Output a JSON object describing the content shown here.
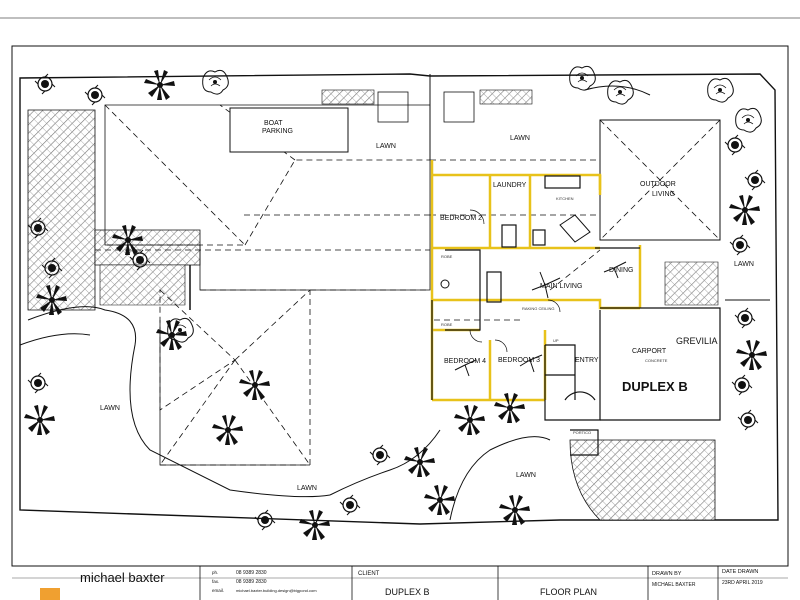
{
  "rooms": {
    "laundry": "LAUNDRY",
    "bedroom2": "BEDROOM 2",
    "kitchen": "KITCHEN",
    "outdoor_living_1": "OUTDOOR",
    "outdoor_living_2": "LIVING",
    "main_living": "MAIN LIVING",
    "dining": "DINING",
    "robe_top": "ROBE",
    "robe_bottom": "ROBE",
    "bedroom4": "BEDROOM 4",
    "bedroom3": "BEDROOM 3",
    "entry": "ENTRY",
    "up": "UP",
    "carport": "CARPORT",
    "concrete": "CONCRETE",
    "duplex": "DUPLEX B",
    "grevilia": "GREVILIA",
    "boat_parking_1": "BOAT",
    "boat_parking_2": "PARKING",
    "lawn_top_mid": "LAWN",
    "lawn_top_right": "LAWN",
    "lawn_left": "LAWN",
    "lawn_right_side": "LAWN",
    "lawn_bottom_left": "LAWN",
    "lawn_bottom_mid": "LAWN",
    "raking_ceiling": "RAKING CEILING",
    "portico": "PORTICO"
  },
  "title_block": {
    "company": "michael baxter",
    "ph_label": "ph.",
    "fax_label": "fax.",
    "email_label": "email.",
    "phone": "08 9389 2830",
    "fax": "08 9389 2830",
    "email": "michael.baxter.building.design@bigpond.com",
    "client_label": "CLIENT",
    "client_value": "DUPLEX B",
    "drawing_label": "FLOOR PLAN",
    "drawn_by_label": "DRAWN BY",
    "drawn_by_value": "MICHAEL BAXTER",
    "date_label": "DATE DRAWN",
    "date_value": "23RD APRIL 2019"
  },
  "colors": {
    "wall_accent": "#e8c21a",
    "line": "#111111",
    "paving": "#888888"
  }
}
